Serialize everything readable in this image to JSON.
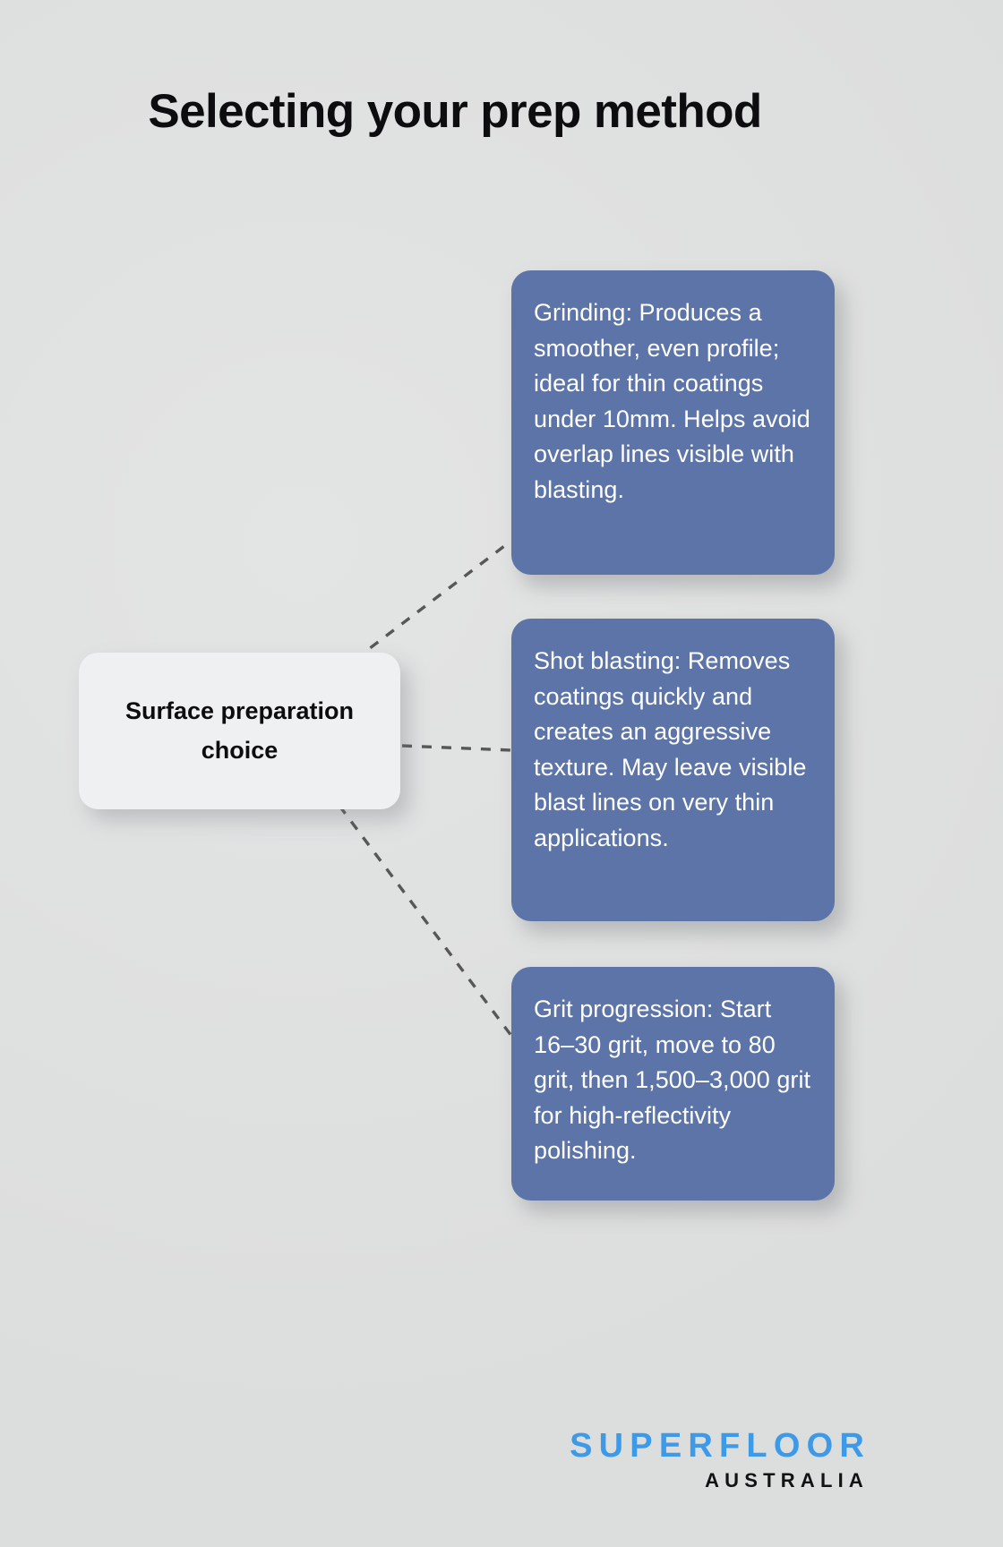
{
  "page": {
    "title": "Selecting your prep method",
    "background_color": "#dfe0e0"
  },
  "hub": {
    "label": "Surface preparation choice",
    "background_color": "#eff0f2",
    "text_color": "#0d0d0f"
  },
  "branches": [
    {
      "id": "grinding",
      "text": "Grinding: Produces a smoother, even profile; ideal for thin coatings under 10mm. Helps avoid overlap lines visible with blasting.",
      "background_color": "#5c74a8",
      "text_color": "#ffffff"
    },
    {
      "id": "shot-blasting",
      "text": "Shot blasting: Removes coatings quickly and creates an aggressive texture. May leave visible blast lines on very thin applications.",
      "background_color": "#5c74a8",
      "text_color": "#ffffff"
    },
    {
      "id": "grit-progression",
      "text": "Grit progression: Start 16–30 grit, move to 80 grit, then 1,500–3,000 grit for high-reflectivity polishing.",
      "background_color": "#5c74a8",
      "text_color": "#ffffff"
    }
  ],
  "connectors": {
    "style": "dashed",
    "color": "#575757"
  },
  "logo": {
    "primary": "SUPERFLOOR",
    "secondary": "AUSTRALIA",
    "primary_color": "#3d9ae8",
    "secondary_color": "#111214"
  }
}
